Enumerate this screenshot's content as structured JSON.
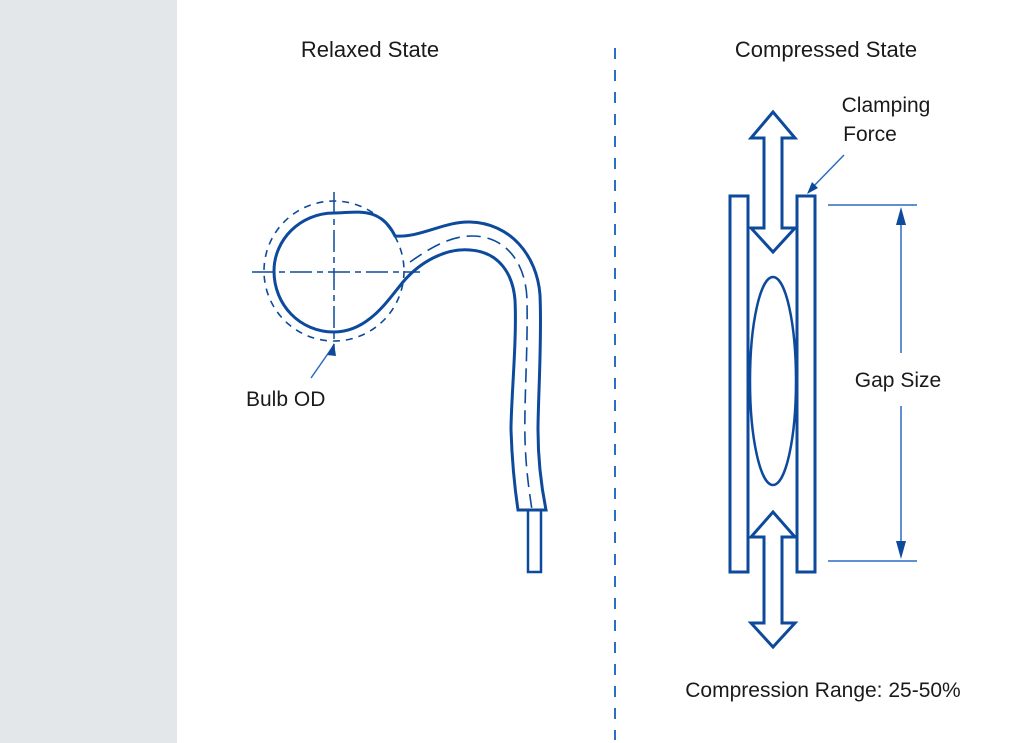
{
  "diagram": {
    "left_panel": {
      "title": "Relaxed State",
      "callout": "Bulb OD"
    },
    "right_panel": {
      "title": "Compressed State",
      "callout_line1": "Clamping",
      "callout_line2": "Force",
      "dimension_label": "Gap Size",
      "footer": "Compression Range: 25-50%"
    },
    "colors": {
      "stroke": "#0d4a9c",
      "thin": "#2b6cc0",
      "divider": "#2a6fc4",
      "sidebar": "#e3e7ea"
    }
  }
}
